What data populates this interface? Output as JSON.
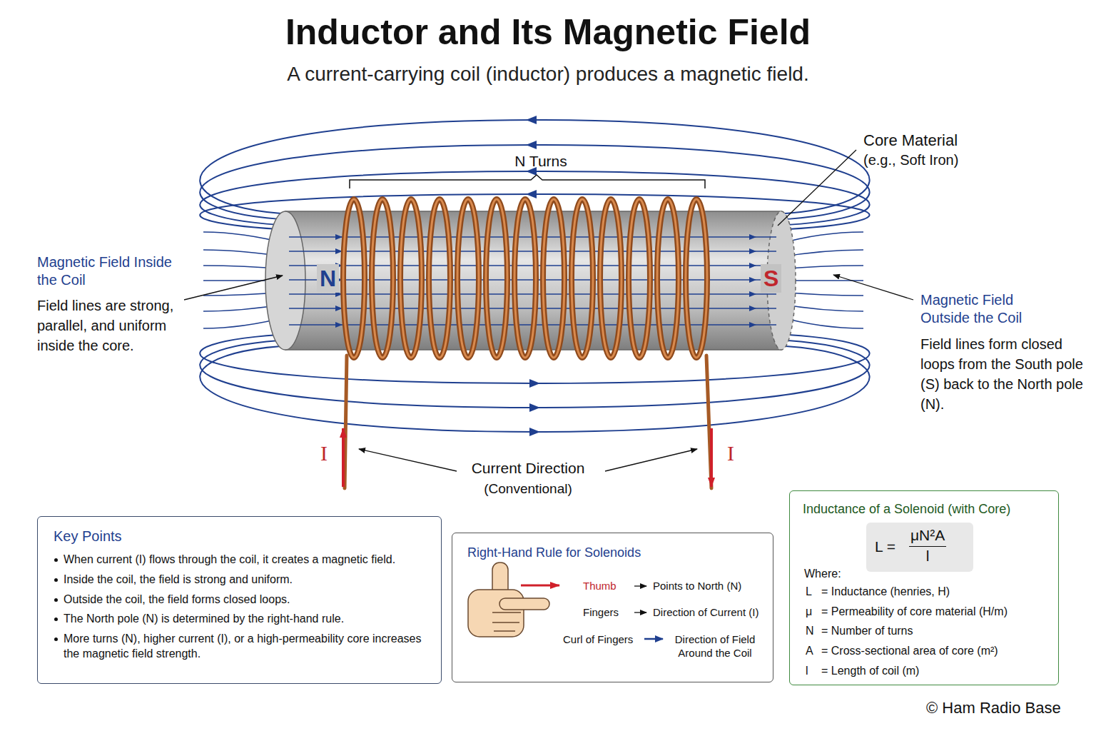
{
  "diagram": {
    "title": "Inductor and Its Magnetic Field",
    "caption": "A current-carrying coil (inductor) produces a magnetic field.",
    "nodes": [
      {
        "text": [
          "Key Points",
          "When current (I) flows through the coil, it creates a magnetic field.",
          "Inside the coil, the field is strong and uniform.",
          "Outside the coil, the field forms closed loops.",
          "The North pole (N) is determined by the right-hand rule.",
          "More turns (N), higher current (I), or a high-permeability core increases the magnetic field strength."
        ]
      },
      {
        "text": [
          "Right-Hand Rule for Solenoids",
          "Thumb",
          "Points to North (N)",
          "Fingers",
          "Direction of Current (I)",
          "Curl of Fingers",
          "Direction of Field Around the Coil"
        ]
      },
      {
        "text": [
          "Inductance of a Solenoid (with Core)",
          "Where:",
          "L",
          "= Inductance (henries, H)",
          "μ",
          "= Permeability of core material (H/m)",
          "N",
          "= Number of turns",
          "A",
          "= Cross-sectional area of core (m²)",
          "l",
          "= Length of coil (m)"
        ]
      },
      {
        "text": [
          "L =",
          "μN²A",
          "l"
        ],
        "in": 2
      }
    ],
    "labels": [
      "N Turns",
      "Core Material",
      "(e.g., Soft Iron)",
      "Magnetic Field Inside the Coil",
      "Field lines are strong, parallel, and uniform inside the core.",
      "N",
      "S",
      "Magnetic Field Outside the Coil",
      "Field lines form closed loops from the South pole (S) back to the North pole (N).",
      "I",
      "I",
      "Current Direction",
      "(Conventional)",
      "© Ham Radio Base"
    ]
  }
}
